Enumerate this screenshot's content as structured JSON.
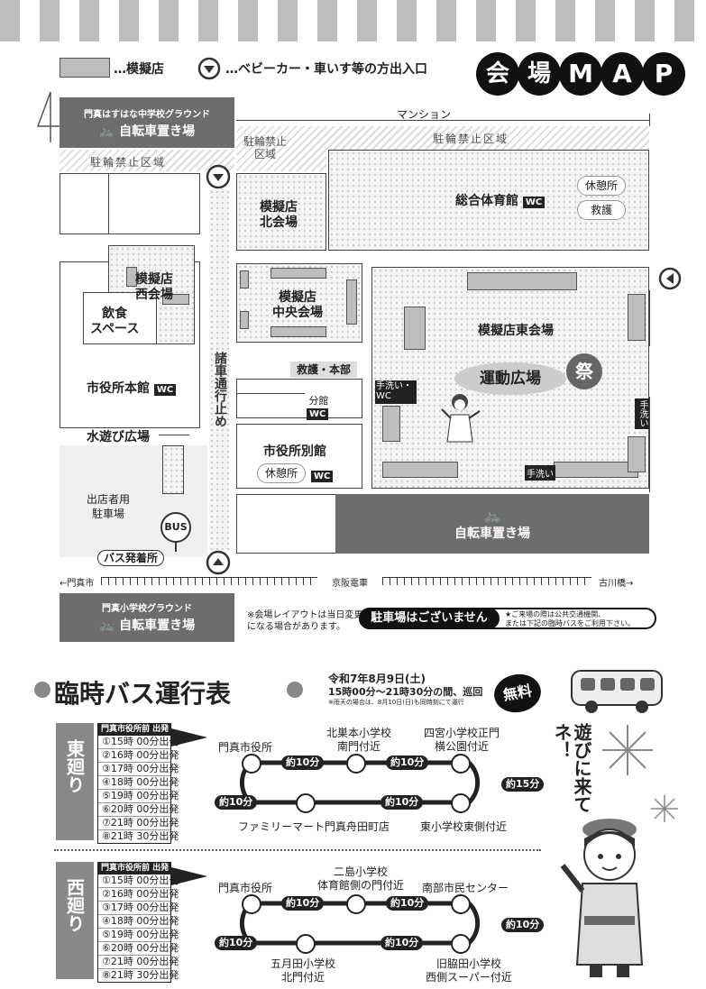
{
  "header": {
    "legend_stall": "…模擬店",
    "legend_entrance": "…ベビーカー・車いす等の方出入口",
    "title_chars": [
      "会",
      "場",
      "M",
      "A",
      "P"
    ]
  },
  "map": {
    "mansion": "マンション",
    "school_ground_north": "門真はすはな中学校グラウンド",
    "bicycle_parking": "自転車置き場",
    "no_parking_area": "駐輪禁止区域",
    "no_parking_area_2": "駐輪禁止\n区域",
    "north_venue": "模擬店\n北会場",
    "gym": "総合体育館",
    "wc": "WC",
    "rest_area": "休憩所",
    "first_aid": "救護",
    "west_venue": "模擬店\n西会場",
    "food_space": "飲食\nスペース",
    "central_venue": "模擬店\n中央会場",
    "east_venue": "模擬店東会場",
    "sports_plaza": "運動広場",
    "festival_char": "祭",
    "first_aid_hq": "救護・本部",
    "annex": "分館",
    "city_hall_main": "市役所本館",
    "city_hall_annex": "市役所別館",
    "hand_wash_wc": "手洗い・\nWC",
    "hand_wash": "手洗い",
    "hand_wash_v": "手洗い",
    "no_vehicles": "諸車通行止め",
    "water_plaza": "水遊び広場",
    "vendor_parking": "出店者用\n駐車場",
    "bus_icon": "BUS",
    "bus_stop": "バス発着所",
    "railway_left": "←門真市",
    "railway_center": "京阪電車",
    "railway_right": "古川橋→",
    "school_ground_south": "門真小学校グラウンド",
    "layout_note": "※会場レイアウトは当日変更\nになる場合があります。",
    "no_parking": "駐車場はございません",
    "transit_note": "★ご来場の際は公共交通機関、\nまたは下記の臨時バスをご利用下さい。"
  },
  "bus": {
    "title": "臨時バス運行表",
    "date": "令和7年8月9日(土)",
    "hours": "15時00分～21時30分の間、巡回",
    "rain_note": "※雨天の場合は、8月10日(日)も同時刻にて運行",
    "free": "無料",
    "come_play": "遊びに来てネ！",
    "east": {
      "label": "東廻り",
      "header": "門真市役所前 出発",
      "times": [
        "①15時 00分出発",
        "②16時 00分出発",
        "③17時 00分出発",
        "④18時 00分出発",
        "⑤19時 00分出発",
        "⑥20時 00分出発",
        "⑦21時 00分出発",
        "⑧21時 30分出発"
      ],
      "stops": {
        "start": "門真市役所",
        "s2": "北巣本小学校\n南門付近",
        "s3": "四宮小学校正門\n横公園付近",
        "s4": "東小学校東側付近",
        "s5": "ファミリーマート門真舟田町店"
      },
      "legs": [
        "約10分",
        "約10分",
        "約15分",
        "約10分",
        "約10分"
      ]
    },
    "west": {
      "label": "西廻り",
      "header": "門真市役所前 出発",
      "times": [
        "①15時 00分出発",
        "②16時 00分出発",
        "③17時 00分出発",
        "④18時 00分出発",
        "⑤19時 00分出発",
        "⑥20時 00分出発",
        "⑦21時 00分出発",
        "⑧21時 30分出発"
      ],
      "stops": {
        "start": "門真市役所",
        "s2": "二島小学校\n体育館側の門付近",
        "s3": "南部市民センター",
        "s4": "旧脇田小学校\n西側スーパー付近",
        "s5": "五月田小学校\n北門付近"
      },
      "legs": [
        "約10分",
        "約10分",
        "約10分",
        "約10分",
        "約10分"
      ]
    }
  }
}
